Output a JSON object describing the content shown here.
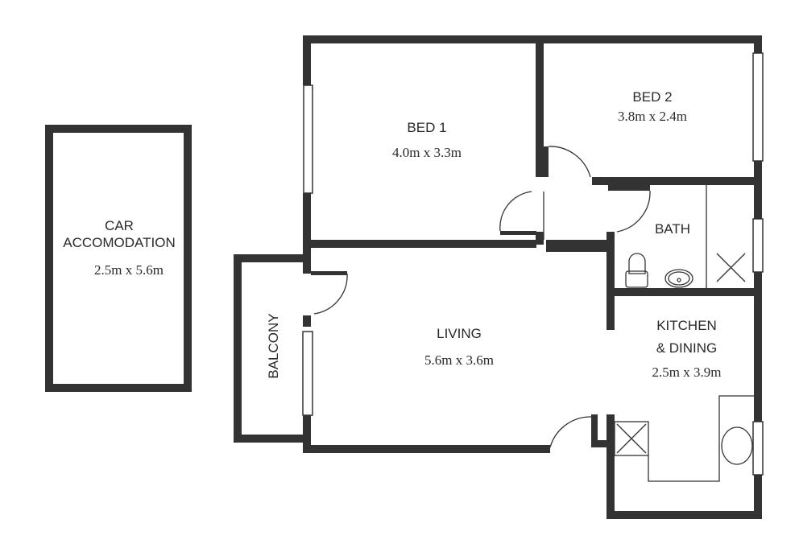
{
  "rooms": {
    "car": {
      "name_line1": "CAR",
      "name_line2": "ACCOMODATION",
      "size": "2.5m x 5.6m"
    },
    "bed1": {
      "name": "BED 1",
      "size": "4.0m x 3.3m"
    },
    "bed2": {
      "name": "BED 2",
      "size": "3.8m x 2.4m"
    },
    "bath": {
      "name": "BATH"
    },
    "balcony": {
      "name": "BALCONY"
    },
    "living": {
      "name": "LIVING",
      "size": "5.6m x 3.6m"
    },
    "kitchen": {
      "name_line1": "KITCHEN",
      "name_line2": "& DINING",
      "size": "2.5m x 3.9m"
    }
  },
  "colors": {
    "wall": "#333333",
    "background": "#ffffff"
  }
}
